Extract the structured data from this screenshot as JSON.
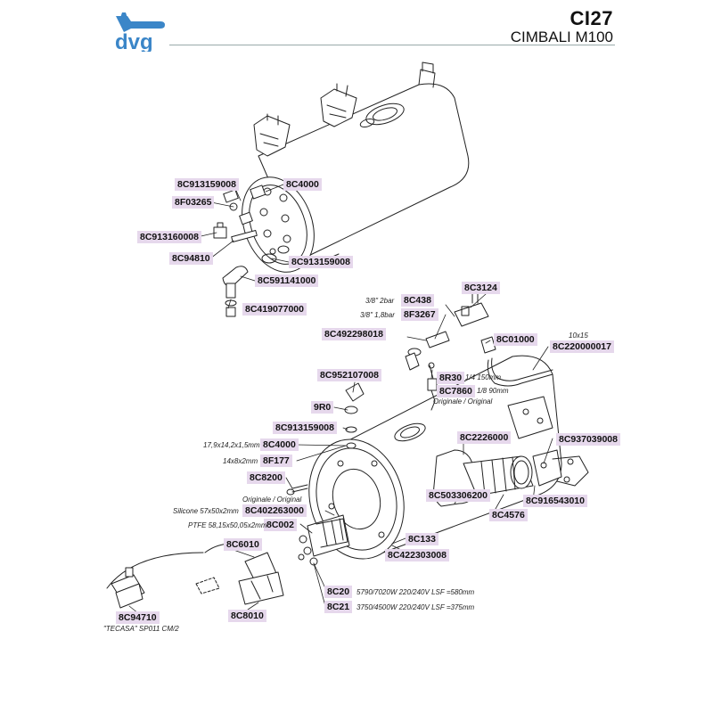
{
  "header": {
    "logo_text": "dvg",
    "code": "CI27",
    "model": "CIMBALI M100"
  },
  "colors": {
    "brand": "#3b86c8",
    "label_bg": "#e6d8ec",
    "line": "#222222"
  },
  "parts": [
    {
      "id": "p1",
      "code": "8C913159008"
    },
    {
      "id": "p2",
      "code": "8C4000"
    },
    {
      "id": "p3",
      "code": "8F03265"
    },
    {
      "id": "p4",
      "code": "8C913160008"
    },
    {
      "id": "p5",
      "code": "8C94810"
    },
    {
      "id": "p6",
      "code": "8C913159008"
    },
    {
      "id": "p7",
      "code": "8C591141000"
    },
    {
      "id": "p8",
      "code": "8C419077000"
    },
    {
      "id": "p9",
      "code": "8C438"
    },
    {
      "id": "p10",
      "code": "8F3267"
    },
    {
      "id": "p11",
      "code": "8C3124"
    },
    {
      "id": "p12",
      "code": "8C492298018"
    },
    {
      "id": "p13",
      "code": "8C01000"
    },
    {
      "id": "p14",
      "code": "8C220000017"
    },
    {
      "id": "p15",
      "code": "8C952107008"
    },
    {
      "id": "p16",
      "code": "8R30"
    },
    {
      "id": "p17",
      "code": "8C7860"
    },
    {
      "id": "p18",
      "code": "9R0"
    },
    {
      "id": "p19",
      "code": "8C913159008"
    },
    {
      "id": "p20",
      "code": "8C2226000"
    },
    {
      "id": "p21",
      "code": "8C937039008"
    },
    {
      "id": "p22",
      "code": "8C4000"
    },
    {
      "id": "p23",
      "code": "8F177"
    },
    {
      "id": "p24",
      "code": "8C8200"
    },
    {
      "id": "p25",
      "code": "8C503306200"
    },
    {
      "id": "p26",
      "code": "8C916543010"
    },
    {
      "id": "p27",
      "code": "8C402263000"
    },
    {
      "id": "p28",
      "code": "8C4576"
    },
    {
      "id": "p29",
      "code": "8C002"
    },
    {
      "id": "p30",
      "code": "8C6010"
    },
    {
      "id": "p31",
      "code": "8C133"
    },
    {
      "id": "p32",
      "code": "8C422303008"
    },
    {
      "id": "p33",
      "code": "8C20"
    },
    {
      "id": "p34",
      "code": "8C21"
    },
    {
      "id": "p35",
      "code": "8C94710"
    },
    {
      "id": "p36",
      "code": "8C8010"
    }
  ],
  "notes": [
    {
      "id": "n1",
      "text": "3/8\" 2bar"
    },
    {
      "id": "n2",
      "text": "3/8\" 1,8bar"
    },
    {
      "id": "n3",
      "text": "10x15"
    },
    {
      "id": "n4",
      "text": "1/4 150mm"
    },
    {
      "id": "n5",
      "text": "1/8 90mm"
    },
    {
      "id": "n6",
      "text": "Originale / Original"
    },
    {
      "id": "n7",
      "text": "17,9x14,2x1,5mm"
    },
    {
      "id": "n8",
      "text": "14x8x2mm"
    },
    {
      "id": "n9",
      "text": "Originale / Original"
    },
    {
      "id": "n10",
      "text": "Silicone 57x50x2mm"
    },
    {
      "id": "n11",
      "text": "PTFE 58,15x50,05x2mm"
    },
    {
      "id": "n12",
      "text": "5790/7020W 220/240V LSF =580mm"
    },
    {
      "id": "n13",
      "text": "3750/4500W 220/240V LSF =375mm"
    },
    {
      "id": "n14",
      "text": "\"TECASA\" SP011 CM/2"
    }
  ]
}
